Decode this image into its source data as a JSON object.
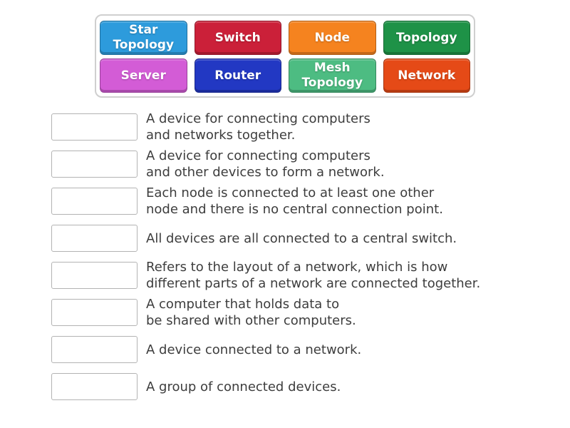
{
  "page": {
    "background": "#ffffff",
    "text_color": "#3d3d3d",
    "panel_border_color": "#cfcfcf",
    "drop_box_border_color": "#b3b3b3"
  },
  "word_bank": {
    "tiles": [
      {
        "label": "Star Topology",
        "lines": [
          "Star",
          "Topology"
        ],
        "color": "#2D9BDC"
      },
      {
        "label": "Switch",
        "lines": [
          "Switch"
        ],
        "color": "#CB2039"
      },
      {
        "label": "Node",
        "lines": [
          "Node"
        ],
        "color": "#F5831F"
      },
      {
        "label": "Topology",
        "lines": [
          "Topology"
        ],
        "color": "#1E9247"
      },
      {
        "label": "Server",
        "lines": [
          "Server"
        ],
        "color": "#D35CD6"
      },
      {
        "label": "Router",
        "lines": [
          "Router"
        ],
        "color": "#2238C3"
      },
      {
        "label": "Mesh Topology",
        "lines": [
          "Mesh",
          "Topology"
        ],
        "color": "#4DBC82"
      },
      {
        "label": "Network",
        "lines": [
          "Network"
        ],
        "color": "#E54A17"
      }
    ]
  },
  "definitions": [
    {
      "text": "A device for connecting computers and networks together.",
      "lines": [
        "A device for connecting computers",
        "and networks together."
      ]
    },
    {
      "text": "A device for connecting computers and other devices to form a network.",
      "lines": [
        "A device for connecting computers",
        "and other devices to form a network."
      ]
    },
    {
      "text": "Each node is connected to at least one other node and there is no central connection point.",
      "lines": [
        "Each node is connected to at least one other",
        "node and there is no central connection point."
      ]
    },
    {
      "text": "All devices are all connected to a central switch.",
      "lines": [
        "All devices are all connected to a central switch."
      ]
    },
    {
      "text": "Refers to the layout of a network, which is how different parts of a network are connected together.",
      "lines": [
        "Refers to the layout of a network, which is how",
        "different parts of a network are connected together."
      ]
    },
    {
      "text": "A computer that holds data to be shared with other computers.",
      "lines": [
        "A computer that holds data to",
        "be shared with other computers."
      ]
    },
    {
      "text": "A device connected to a network.",
      "lines": [
        "A device connected to a network."
      ]
    },
    {
      "text": "A group of connected devices.",
      "lines": [
        "A group of connected devices."
      ]
    }
  ]
}
